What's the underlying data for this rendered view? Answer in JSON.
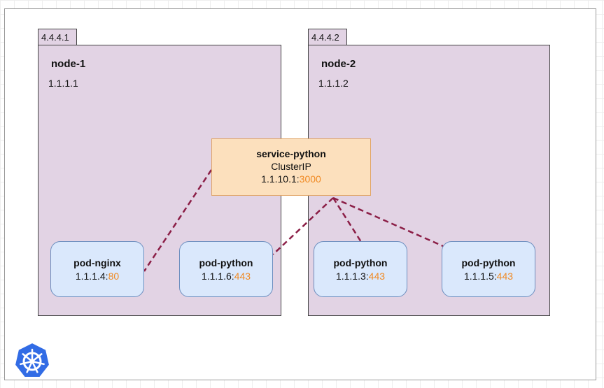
{
  "nodes": [
    {
      "tab_ip": "4.4.4.1",
      "name": "node-1",
      "ip": "1.1.1.1"
    },
    {
      "tab_ip": "4.4.4.2",
      "name": "node-2",
      "ip": "1.1.1.2"
    }
  ],
  "service": {
    "name": "service-python",
    "type": "ClusterIP",
    "ip": "1.1.10.1",
    "sep": ":",
    "port": "3000"
  },
  "pods": [
    {
      "name": "pod-nginx",
      "ip": "1.1.1.4",
      "sep": ":",
      "port": "80"
    },
    {
      "name": "pod-python",
      "ip": "1.1.1.6",
      "sep": ":",
      "port": "443"
    },
    {
      "name": "pod-python",
      "ip": "1.1.1.3",
      "sep": ":",
      "port": "443"
    },
    {
      "name": "pod-python",
      "ip": "1.1.1.5",
      "sep": ":",
      "port": "443"
    }
  ],
  "colors": {
    "node_fill": "#e2d3e4",
    "service_fill": "#fce0bd",
    "pod_fill": "#dae8fc",
    "port_text": "#f08a24",
    "link": "#8b1e46",
    "logo": "#326ce5"
  },
  "icons": {
    "logo": "kubernetes-logo-icon"
  }
}
